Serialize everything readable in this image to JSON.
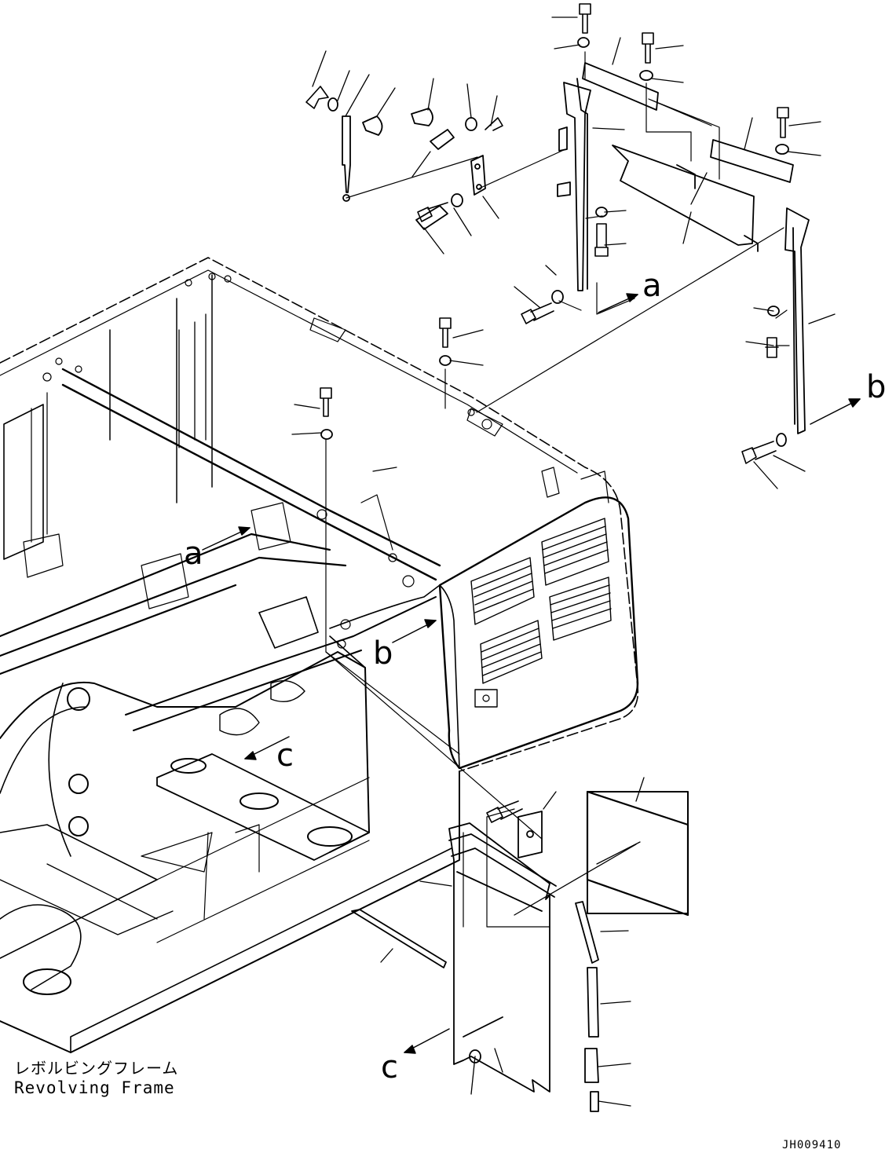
{
  "diagram": {
    "view_letters": [
      "a",
      "a",
      "b",
      "b",
      "c",
      "c"
    ],
    "caption": {
      "japanese": "レボルビングフレーム",
      "english": "Revolving Frame"
    },
    "drawing_code": "JH009410"
  }
}
